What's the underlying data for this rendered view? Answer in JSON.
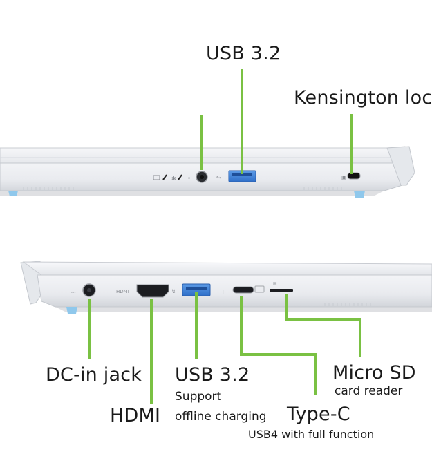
{
  "colors": {
    "leader": "#7ac143",
    "usb_blue": "#3a7fd8",
    "chassis": "#eceef1",
    "foot": "#8fc8ec"
  },
  "top_view": {
    "labels": {
      "usb": "USB 3.2",
      "kensington": "Kensington lock"
    }
  },
  "bottom_view": {
    "labels": {
      "dc_in": "DC-in jack",
      "hdmi": "HDMI",
      "usb": "USB 3.2",
      "usb_sub1": "Support",
      "usb_sub2": "offline charging",
      "typec": "Type-C",
      "typec_sub": "USB4 with full function",
      "microsd": "Micro SD",
      "microsd_sub": "card reader"
    },
    "engravings": {
      "hdmi": "HDMI"
    }
  }
}
